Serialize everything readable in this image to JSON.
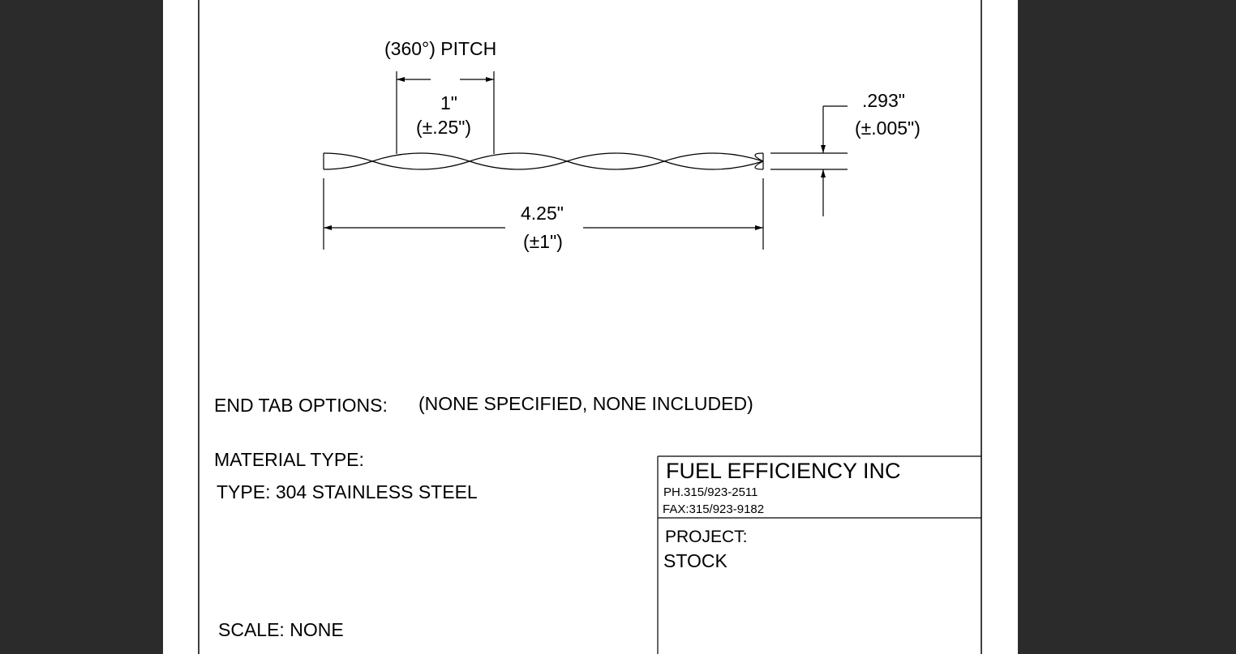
{
  "drawing": {
    "pitch_label": "(360°) PITCH",
    "pitch_value": "1\"",
    "pitch_tolerance": "(±.25\")",
    "thickness_value": ".293\"",
    "thickness_tolerance": "(±.005\")",
    "length_value": "4.25\"",
    "length_tolerance": "(±1\")"
  },
  "notes": {
    "end_tab_label": "END TAB OPTIONS:",
    "end_tab_value": "(NONE SPECIFIED, NONE INCLUDED)",
    "material_label": "MATERIAL TYPE:",
    "material_value": "TYPE: 304 STAINLESS STEEL",
    "scale": "SCALE: NONE"
  },
  "title_block": {
    "company": "FUEL EFFICIENCY INC",
    "phone": "PH.315/923-2511",
    "fax": "FAX:315/923-9182",
    "project_label": "PROJECT:",
    "project_value": "STOCK"
  },
  "colors": {
    "viewer_background": "#2b2b2b",
    "page": "#ffffff",
    "ink": "#000000"
  }
}
